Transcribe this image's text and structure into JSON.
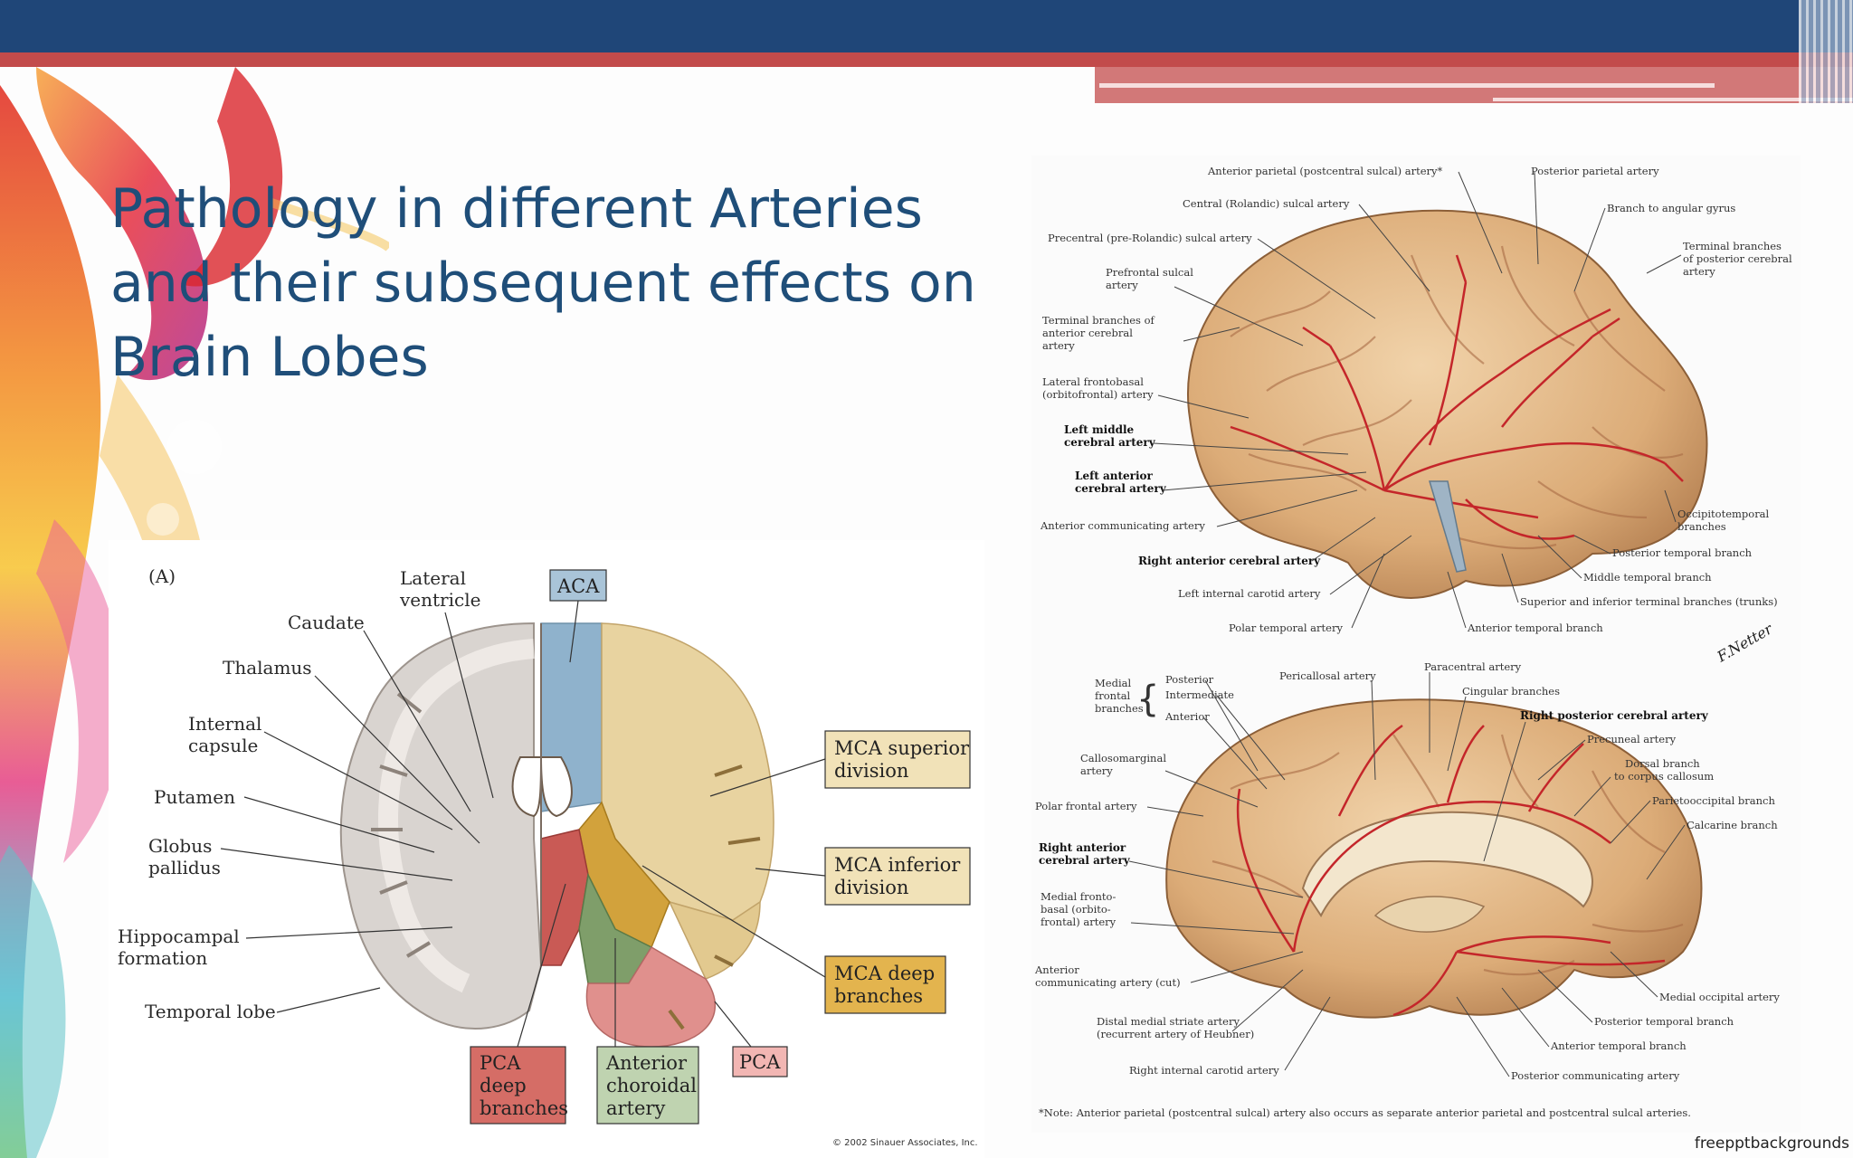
{
  "slide": {
    "title_lines": [
      "Pathology in different Arteries",
      "and their subsequent effects on",
      "Brain Lobes"
    ],
    "watermark": "freepptbackgrounds"
  },
  "figure_a": {
    "panel_letter": "(A)",
    "left_labels": {
      "caudate": "Caudate",
      "lateral_ventricle_1": "Lateral",
      "lateral_ventricle_2": "ventricle",
      "thalamus": "Thalamus",
      "internal_capsule_1": "Internal",
      "internal_capsule_2": "capsule",
      "putamen": "Putamen",
      "globus_pallidus_1": "Globus",
      "globus_pallidus_2": "pallidus",
      "hippocampal_1": "Hippocampal",
      "hippocampal_2": "formation",
      "temporal_lobe": "Temporal lobe"
    },
    "territories": {
      "aca": "ACA",
      "mca_sup_1": "MCA superior",
      "mca_sup_2": "division",
      "mca_inf_1": "MCA inferior",
      "mca_inf_2": "division",
      "mca_deep_1": "MCA deep",
      "mca_deep_2": "branches",
      "pca_deep_1": "PCA",
      "pca_deep_2": "deep",
      "pca_deep_3": "branches",
      "ant_choroidal_1": "Anterior",
      "ant_choroidal_2": "choroidal",
      "ant_choroidal_3": "artery",
      "pca": "PCA"
    },
    "copyright": "© 2002 Sinauer Associates, Inc.",
    "colors": {
      "aca": "#8fb2cc",
      "mca_superior": "#e8d3a0",
      "mca_deep": "#d2a23c",
      "pca_deep": "#c95a55",
      "anterior_choroidal": "#7f9e6a",
      "pca": "#e0908d"
    }
  },
  "figure_b": {
    "lateral": {
      "ant_parietal": "Anterior parietal (postcentral sulcal) artery*",
      "post_parietal": "Posterior parietal artery",
      "central": "Central (Rolandic) sulcal artery",
      "angular": "Branch to angular gyrus",
      "precentral": "Precentral (pre-Rolandic) sulcal artery",
      "terminal_pca_1": "Terminal branches",
      "terminal_pca_2": "of posterior cerebral",
      "terminal_pca_3": "artery",
      "prefrontal_1": "Prefrontal sulcal",
      "prefrontal_2": "artery",
      "terminal_aca_1": "Terminal branches of",
      "terminal_aca_2": "anterior cerebral",
      "terminal_aca_3": "artery",
      "lat_fronto_1": "Lateral frontobasal",
      "lat_fronto_2": "(orbitofrontal) artery",
      "left_mca_1": "Left middle",
      "left_mca_2": "cerebral artery",
      "left_aca_1": "Left anterior",
      "left_aca_2": "cerebral artery",
      "ant_comm": "Anterior communicating artery",
      "occipito_1": "Occipitotemporal",
      "occipito_2": "branches",
      "right_aca": "Right anterior cerebral artery",
      "post_temporal": "Posterior temporal branch",
      "left_ica": "Left internal carotid artery",
      "mid_temporal": "Middle temporal branch",
      "sup_inf_terminal": "Superior and inferior terminal branches (trunks)",
      "polar_temporal": "Polar temporal artery",
      "ant_temporal": "Anterior temporal branch"
    },
    "medial": {
      "medial_frontal_1": "Medial",
      "medial_frontal_2": "frontal",
      "medial_frontal_3": "branches",
      "posterior": "Posterior",
      "intermediate": "Intermediate",
      "anterior": "Anterior",
      "pericallosal": "Pericallosal artery",
      "paracentral": "Paracentral artery",
      "cingular": "Cingular branches",
      "right_pca": "Right posterior cerebral artery",
      "precuneal": "Precuneal artery",
      "callosomarginal_1": "Callosomarginal",
      "callosomarginal_2": "artery",
      "dorsal_1": "Dorsal branch",
      "dorsal_2": "to corpus callosum",
      "polar_frontal": "Polar frontal artery",
      "parieto_occ": "Parietooccipital branch",
      "calcarine": "Calcarine branch",
      "right_aca_1": "Right anterior",
      "right_aca_2": "cerebral artery",
      "medial_fronto_1": "Medial fronto-",
      "medial_fronto_2": "basal (orbito-",
      "medial_fronto_3": "frontal) artery",
      "ant_comm_1": "Anterior",
      "ant_comm_2": "communicating artery (cut)",
      "medial_occ": "Medial occipital artery",
      "distal_1": "Distal medial striate artery",
      "distal_2": "(recurrent artery of Heubner)",
      "post_temporal": "Posterior temporal branch",
      "ant_temporal": "Anterior temporal branch",
      "right_ica": "Right internal carotid artery",
      "post_comm": "Posterior communicating artery"
    },
    "note": "*Note: Anterior parietal (postcentral sulcal) artery also occurs as separate anterior parietal and postcentral sulcal arteries.",
    "signature": "F.Netter"
  }
}
